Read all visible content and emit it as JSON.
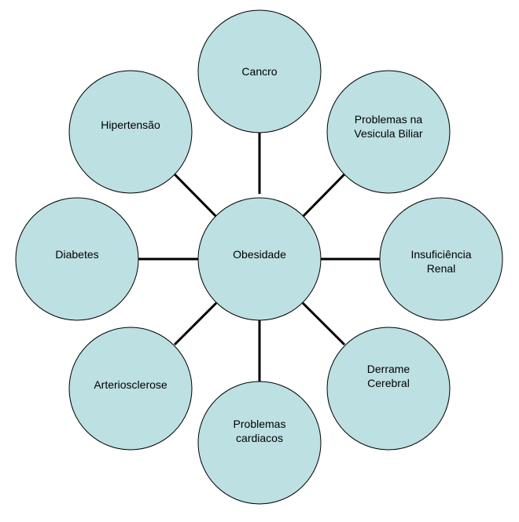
{
  "center": {
    "label": "Obesidade"
  },
  "nodes": [
    {
      "id": "cancro",
      "label": "Cancro"
    },
    {
      "id": "vesicula",
      "label": "Problemas na\nVesicula Biliar"
    },
    {
      "id": "renal",
      "label": "Insuficiência\nRenal"
    },
    {
      "id": "derrame",
      "label": "Derrame\nCerebral"
    },
    {
      "id": "cardiacos",
      "label": "Problemas\ncardiacos"
    },
    {
      "id": "arterio",
      "label": "Arteriosclerose"
    },
    {
      "id": "diabetes",
      "label": "Diabetes"
    },
    {
      "id": "hipertensao",
      "label": "Hipertensão"
    }
  ],
  "colors": {
    "node_fill": "#bde0e2",
    "node_stroke": "#000000",
    "connector": "#000000"
  }
}
